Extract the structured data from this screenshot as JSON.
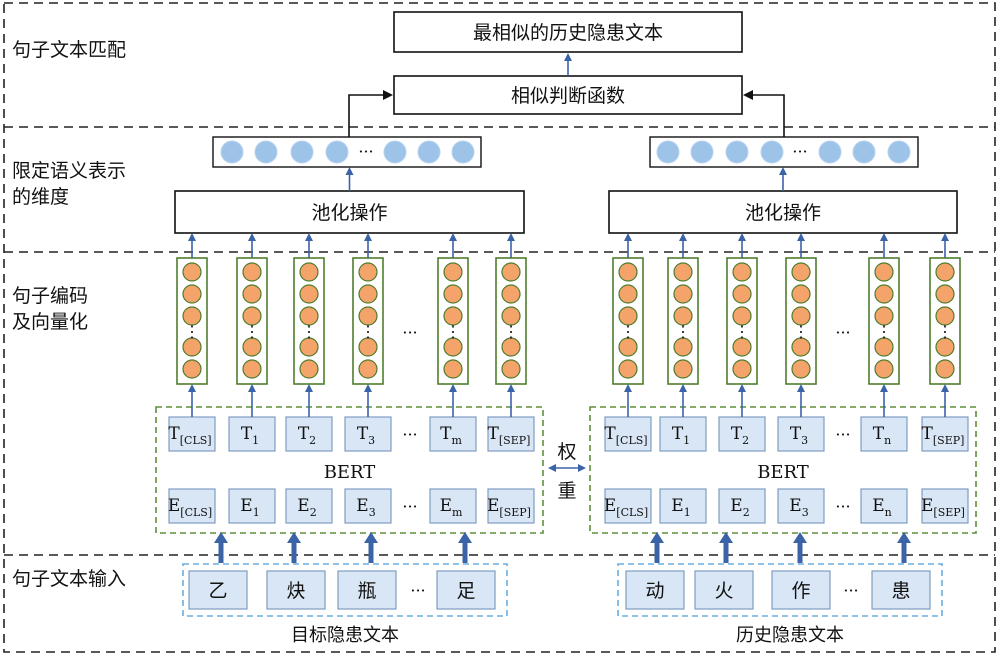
{
  "sections": [
    {
      "label": "句子文本匹配"
    },
    {
      "label": "限定语义表示",
      "label2": "的维度"
    },
    {
      "label": "句子编码",
      "label2": "及向量化"
    },
    {
      "label": "句子文本输入"
    }
  ],
  "top_box": "最相似的历史隐患文本",
  "similarity_box": "相似判断函数",
  "pooling_label": "池化操作",
  "bert_label": "BERT",
  "weight_label": [
    "权",
    "重"
  ],
  "ellipsis": "···",
  "left": {
    "t_tokens": [
      {
        "main": "T",
        "sub": "[CLS]"
      },
      {
        "main": "T",
        "sub": "1"
      },
      {
        "main": "T",
        "sub": "2"
      },
      {
        "main": "T",
        "sub": "3"
      },
      {
        "main": "T",
        "sub": "m"
      },
      {
        "main": "T",
        "sub": "[SEP]"
      }
    ],
    "e_tokens": [
      {
        "main": "E",
        "sub": "[CLS]"
      },
      {
        "main": "E",
        "sub": "1"
      },
      {
        "main": "E",
        "sub": "2"
      },
      {
        "main": "E",
        "sub": "3"
      },
      {
        "main": "E",
        "sub": "m"
      },
      {
        "main": "E",
        "sub": "[SEP]"
      }
    ],
    "chars": [
      "乙",
      "炔",
      "瓶",
      "足"
    ],
    "caption": "目标隐患文本"
  },
  "right": {
    "t_tokens": [
      {
        "main": "T",
        "sub": "[CLS]"
      },
      {
        "main": "T",
        "sub": "1"
      },
      {
        "main": "T",
        "sub": "2"
      },
      {
        "main": "T",
        "sub": "3"
      },
      {
        "main": "T",
        "sub": "n"
      },
      {
        "main": "T",
        "sub": "[SEP]"
      }
    ],
    "e_tokens": [
      {
        "main": "E",
        "sub": "[CLS]"
      },
      {
        "main": "E",
        "sub": "1"
      },
      {
        "main": "E",
        "sub": "2"
      },
      {
        "main": "E",
        "sub": "3"
      },
      {
        "main": "E",
        "sub": "n"
      },
      {
        "main": "E",
        "sub": "[SEP]"
      }
    ],
    "chars": [
      "动",
      "火",
      "作",
      "患"
    ],
    "caption": "历史隐患文本"
  },
  "colors": {
    "arrow": "#3a63a8",
    "token_fill": "#d9e6f5",
    "token_stroke": "#7f9cc0",
    "bert_border": "#5f8f3a",
    "input_border": "#6aaee0",
    "orange_fill": "#f4a46a",
    "orange_stroke": "#4f7d2c",
    "blue_circle": "#9dc3e8",
    "col_border": "#4f7d2c"
  }
}
